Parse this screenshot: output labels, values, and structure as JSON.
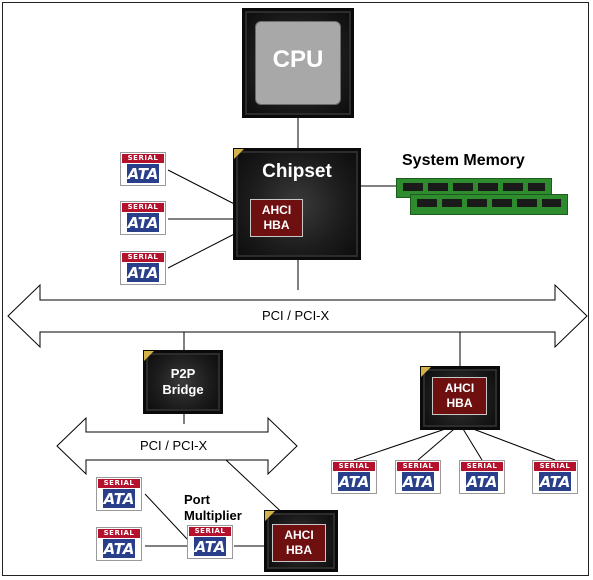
{
  "cpu": {
    "label": "CPU"
  },
  "chipset": {
    "label": "Chipset"
  },
  "memory": {
    "label": "System Memory"
  },
  "hba_label": {
    "line1": "AHCI",
    "line2": "HBA"
  },
  "bridge": {
    "line1": "P2P",
    "line2": "Bridge"
  },
  "port_multiplier": {
    "line1": "Port",
    "line2": "Multiplier"
  },
  "pci_main": {
    "label": "PCI / PCI-X"
  },
  "pci_secondary": {
    "label": "PCI / PCI-X"
  },
  "sata_badge": {
    "top": "SERIAL",
    "logo": "ATA"
  },
  "colors": {
    "hba_fill": "#6e0f10",
    "sata_band": "#b3112c",
    "sata_logo": "#2a3f8a",
    "memory_green": "#2e8b2e",
    "chip_body": "#1b1b1b"
  }
}
